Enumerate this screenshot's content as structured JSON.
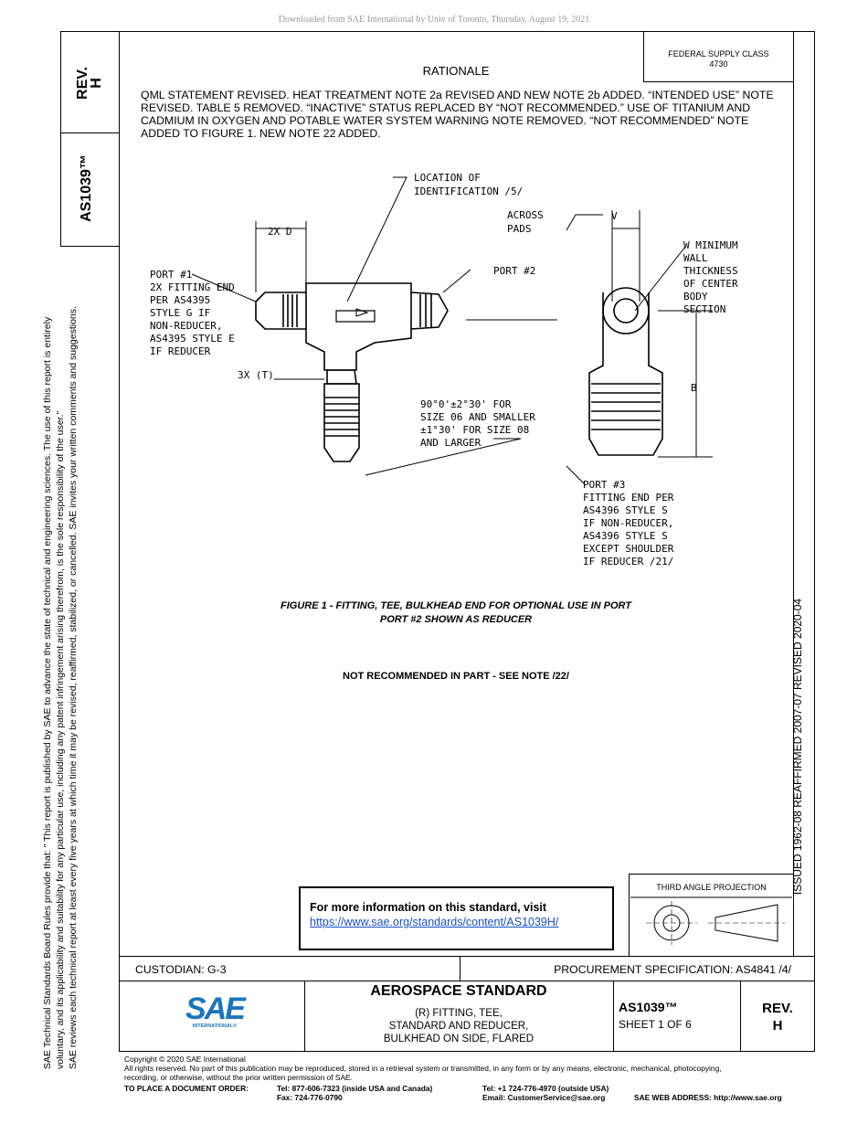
{
  "download_note": "Downloaded from SAE International by Univ of Toronto, Thursday, August 19, 2021",
  "federal_supply": {
    "line1": "FEDERAL SUPPLY CLASS",
    "line2": "4730"
  },
  "side": {
    "rev_label": "REV.",
    "rev_value": "H",
    "standard": "AS1039™"
  },
  "disclaimer": {
    "line1": "SAE Technical Standards Board Rules provide that: \"  This report is published by SAE to advance the state of technical and engineering sciences. The use of this report is entirely",
    "line2": "voluntary, and its applicability and suitability for any particular use, including any patent infringement arising therefrom, is the sole responsibility of the user.\"",
    "line3": "SAE reviews each technical report at least every five years at which time it may be revised, reaffirmed, stabilized, or cancelled. SAE invites your written comments and suggestions."
  },
  "history": "ISSUED 1962-08     REAFFIRMED 2007-07     REVISED 2020-04",
  "rationale": {
    "title": "RATIONALE",
    "text": "QML STATEMENT REVISED. HEAT TREATMENT NOTE 2a REVISED AND NEW NOTE 2b ADDED. “INTENDED USE” NOTE REVISED. TABLE 5 REMOVED. “INACTIVE” STATUS REPLACED BY “NOT RECOMMENDED.” USE OF TITANIUM AND CADMIUM IN OXYGEN AND POTABLE WATER SYSTEM WARNING NOTE REMOVED. “NOT RECOMMENDED” NOTE ADDED TO FIGURE 1. NEW NOTE 22 ADDED."
  },
  "drawing": {
    "loc_id_1": "LOCATION OF",
    "loc_id_2": "IDENTIFICATION /5/",
    "two_x_d": "2X D",
    "across_1": "ACROSS",
    "across_2": "PADS",
    "v": "V",
    "port1": [
      "PORT #1",
      "2X FITTING END",
      "PER AS4395",
      "STYLE G IF",
      "NON-REDUCER,",
      "AS4395 STYLE E",
      "IF REDUCER"
    ],
    "port2": "PORT #2",
    "wall": [
      "W MINIMUM",
      "WALL",
      "THICKNESS",
      "OF CENTER",
      "BODY",
      "SECTION"
    ],
    "three_x_t": "3X (T)",
    "angle": [
      "90°0'±2°30' FOR",
      "SIZE 06 AND SMALLER",
      "±1°30' FOR SIZE 08",
      "AND LARGER"
    ],
    "b": "B",
    "port3": [
      "PORT #3",
      "FITTING END PER",
      "AS4396 STYLE S",
      "IF NON-REDUCER,",
      "AS4396 STYLE S",
      "EXCEPT SHOULDER",
      "IF REDUCER /21/"
    ]
  },
  "figure": {
    "caption1": "FIGURE 1 - FITTING, TEE, BULKHEAD END FOR OPTIONAL USE IN PORT",
    "caption2": "PORT #2 SHOWN AS REDUCER",
    "not_recommended": "NOT RECOMMENDED IN PART - SEE NOTE /22/"
  },
  "info": {
    "heading": "For more information on this standard, visit",
    "link": "https://www.sae.org/standards/content/AS1039H/"
  },
  "projection": "THIRD ANGLE PROJECTION",
  "title_block": {
    "custodian": "CUSTODIAN: G-3",
    "procurement": "PROCUREMENT SPECIFICATION: AS4841 /4/",
    "logo_text": "SAE",
    "logo_sub": "INTERNATIONAL®",
    "heading": "AEROSPACE STANDARD",
    "title1": "(R) FITTING, TEE,",
    "title2": "STANDARD AND REDUCER,",
    "title3": "BULKHEAD ON SIDE, FLARED",
    "doc": "AS1039™",
    "sheet": "SHEET 1 OF 6",
    "rev_label": "REV.",
    "rev_value": "H"
  },
  "footer": {
    "copyright": "Copyright © 2020 SAE International",
    "rights1": "All rights reserved. No part of this publication may be reproduced, stored in a retrieval system or transmitted, in any form or by any means, electronic, mechanical, photocopying,",
    "rights2": "recording, or otherwise, without the prior written permission of SAE.",
    "order_label": "TO PLACE A DOCUMENT ORDER:",
    "tel1": "Tel:  877-606-7323 (inside USA and Canada)",
    "fax": "Fax:  724-776-0790",
    "tel2": "Tel:   +1 724-776-4970 (outside USA)",
    "email": "Email:  CustomerService@sae.org",
    "web": "SAE WEB ADDRESS:  http://www.sae.org"
  }
}
